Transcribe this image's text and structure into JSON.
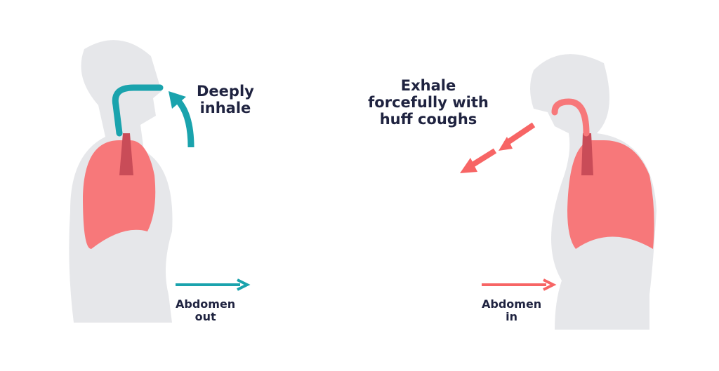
{
  "left": {
    "action": "Deeply\ninhale",
    "abdomen": "Abdomen\nout"
  },
  "right": {
    "action": "Exhale\nforcefully with\nhuff coughs",
    "abdomen": "Abdomen\nin"
  },
  "colors": {
    "body": "#e6e7ea",
    "lung": "#f7787a",
    "lungDark": "#c94c58",
    "teal": "#1aa3ad",
    "coral": "#f76565",
    "text": "#1f2340"
  }
}
